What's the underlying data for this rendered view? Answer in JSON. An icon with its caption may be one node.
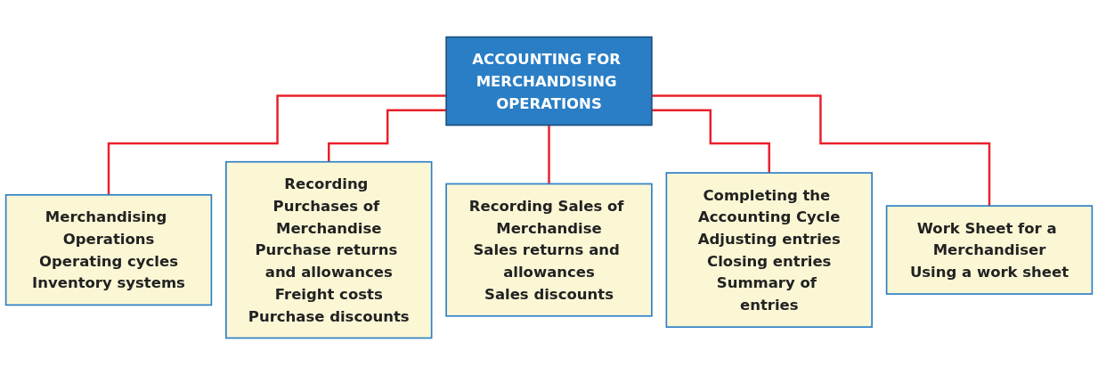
{
  "diagram": {
    "nodes": [
      {
        "text": [
          "ACCOUNTING FOR MERCHANDISING OPERATIONS"
        ]
      },
      {
        "text": [
          "Merchandising Operations",
          "Operating cycles",
          "Inventory systems"
        ]
      },
      {
        "text": [
          "Recording Purchases of Merchandise",
          "Purchase returns and allowances",
          "Freight costs",
          "Purchase discounts"
        ]
      },
      {
        "text": [
          "Recording Sales of Merchandise",
          "Sales returns and allowances",
          "Sales discounts"
        ]
      },
      {
        "text": [
          "Completing the Accounting Cycle",
          "Adjusting entries",
          "Closing entries",
          "Summary of entries"
        ]
      },
      {
        "text": [
          "Work Sheet for a Merchandiser",
          "Using a work sheet"
        ]
      }
    ],
    "edges": [
      {
        "from": 0,
        "to": 1,
        "arrow": "none"
      },
      {
        "from": 0,
        "to": 2,
        "arrow": "none"
      },
      {
        "from": 0,
        "to": 3,
        "arrow": "none"
      },
      {
        "from": 0,
        "to": 4,
        "arrow": "none"
      },
      {
        "from": 0,
        "to": 5,
        "arrow": "none"
      }
    ]
  }
}
